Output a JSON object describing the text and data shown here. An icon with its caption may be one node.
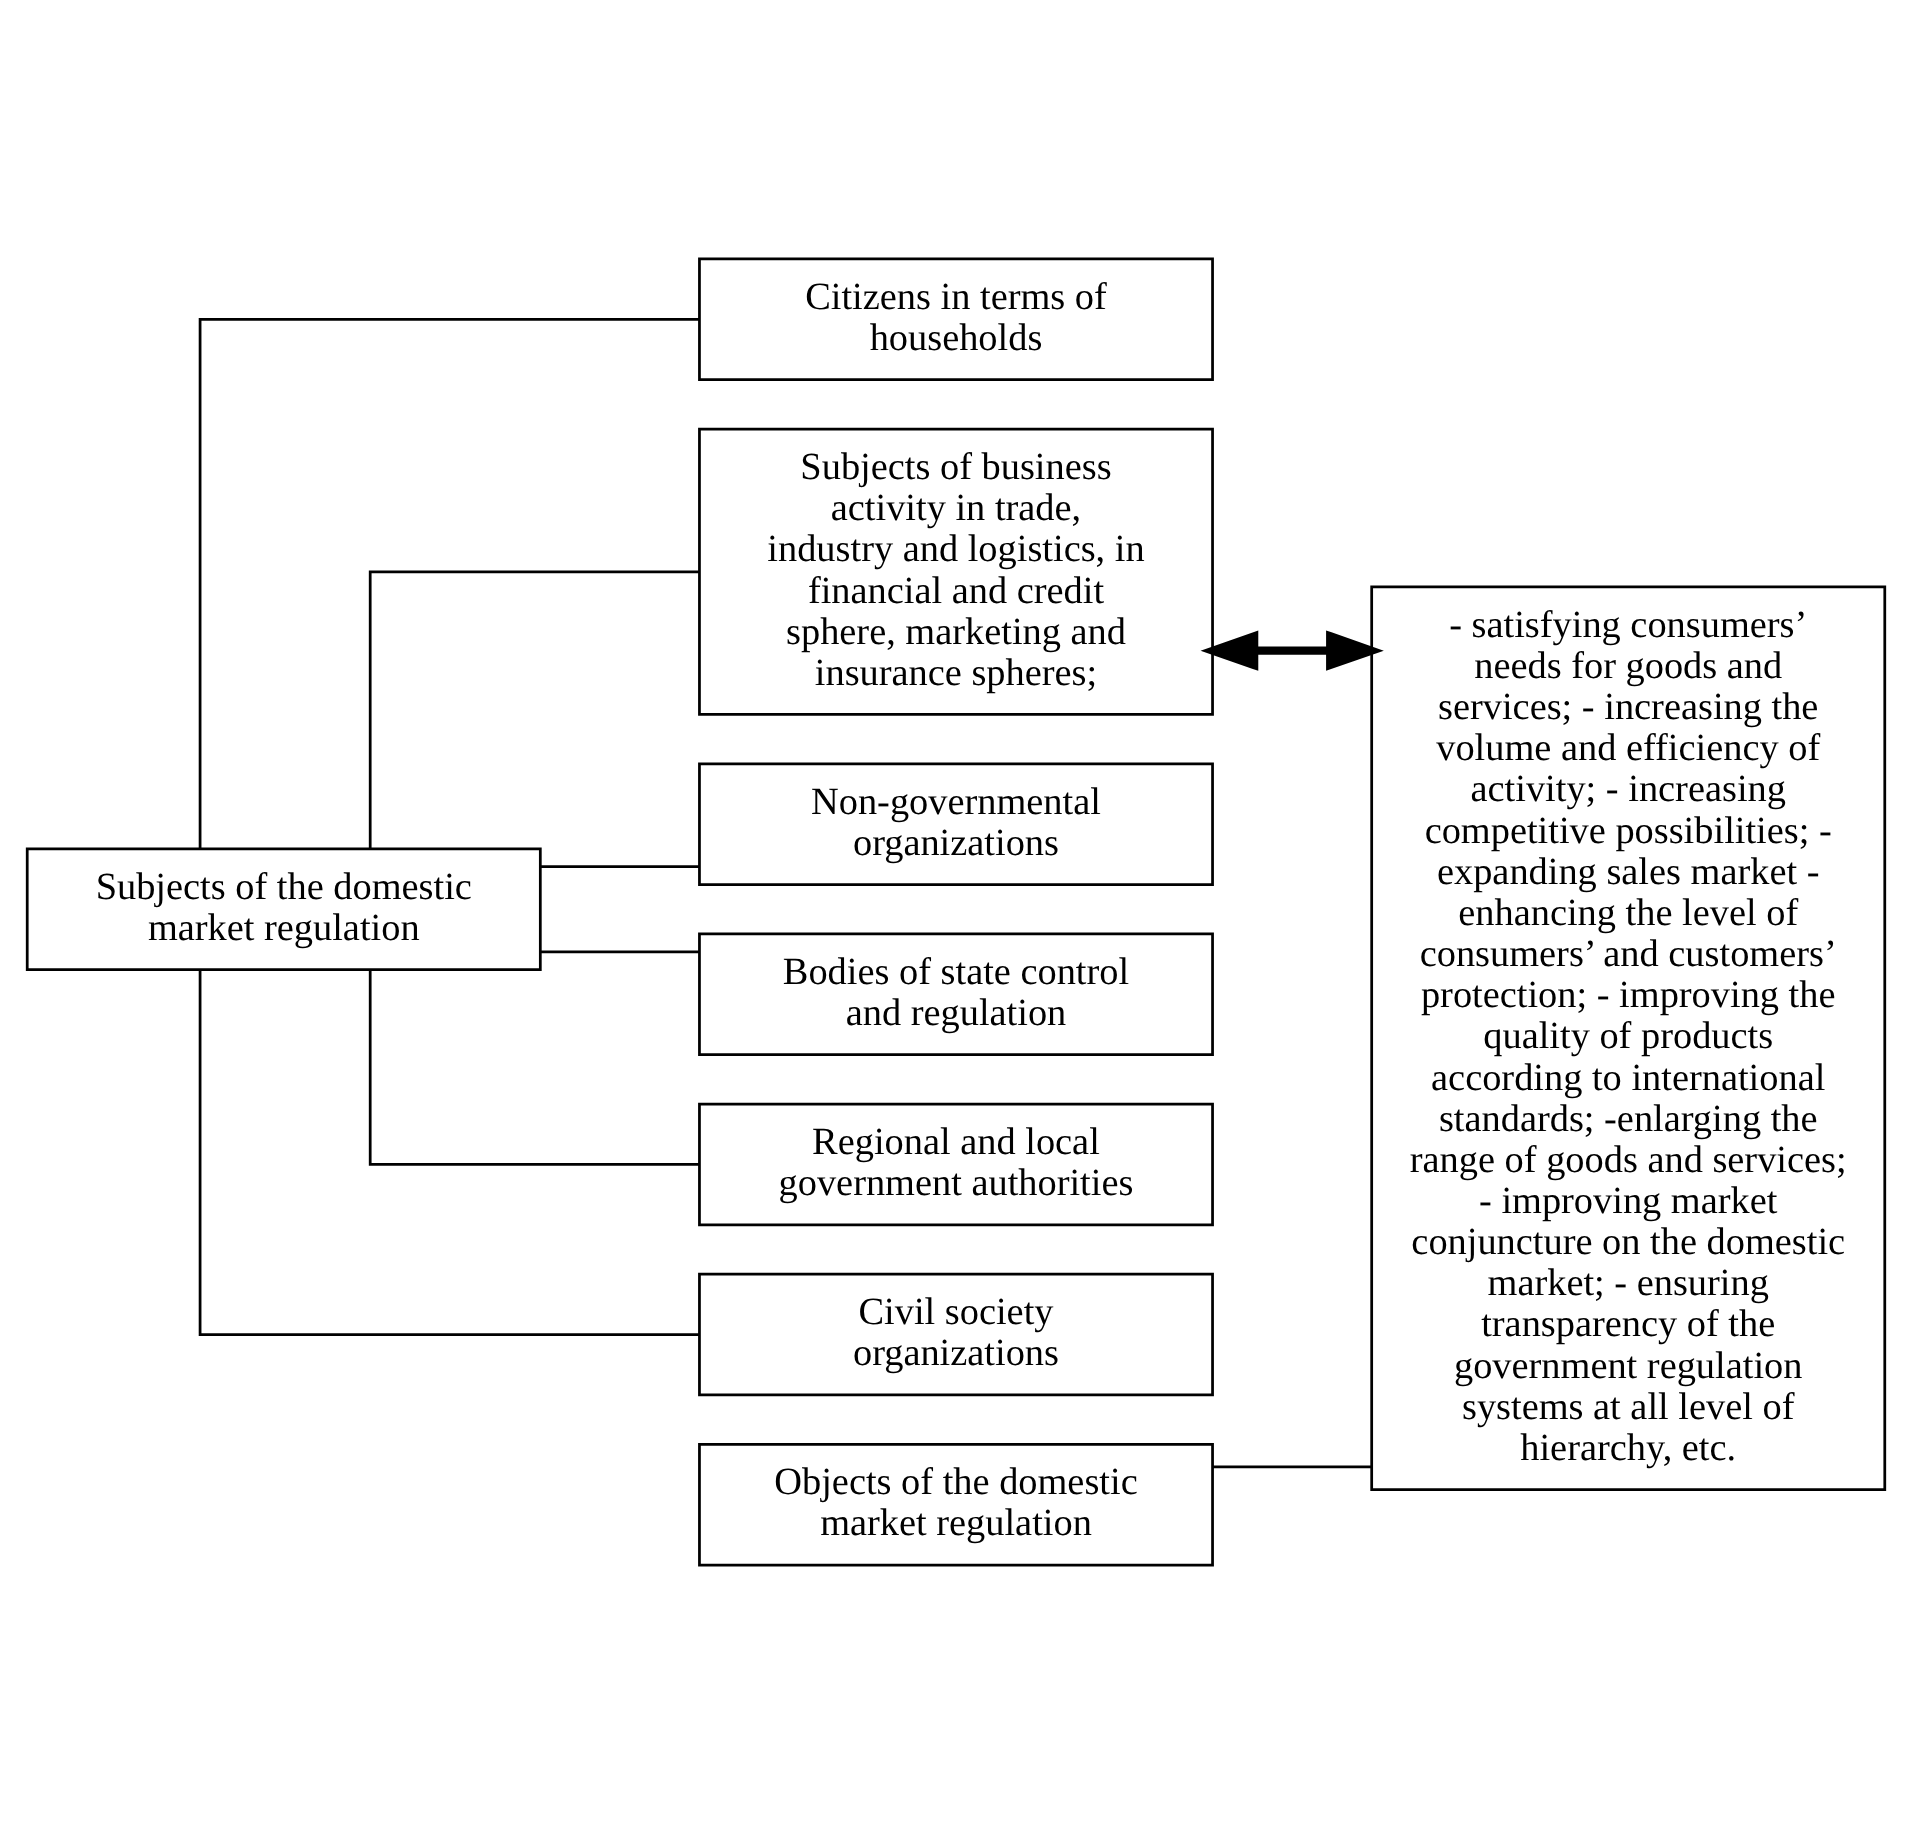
{
  "diagram": {
    "nodes": [
      {
        "text": [
          "Subjects of the domestic market regulation"
        ]
      },
      {
        "text": [
          "Citizens in terms of households"
        ]
      },
      {
        "text": [
          "Subjects of business activity in trade, industry and logistics, in financial and credit sphere, marketing and insurance spheres;"
        ]
      },
      {
        "text": [
          "Non-governmental organizations"
        ]
      },
      {
        "text": [
          "Bodies of state control and regulation"
        ]
      },
      {
        "text": [
          "Regional and local government authorities"
        ]
      },
      {
        "text": [
          "Civil society organizations"
        ]
      },
      {
        "text": [
          "Objects of the domestic market regulation"
        ]
      },
      {
        "text": [
          "- satisfying consumers’ needs for goods and services; - increasing the volume and efficiency of activity; - increasing competitive possibilities; - expanding sales market - enhancing the level of consumers’ and customers’ protection; - improving the quality of products according to international standards; -enlarging the range of goods and services; - improving market conjuncture on the domestic market; - ensuring transparency of the government regulation systems at all level of hierarchy, etc."
        ]
      }
    ],
    "edges": [
      {
        "from": 0,
        "to": 1,
        "arrow": "none"
      },
      {
        "from": 0,
        "to": 2,
        "arrow": "none"
      },
      {
        "from": 0,
        "to": 3,
        "arrow": "none"
      },
      {
        "from": 0,
        "to": 4,
        "arrow": "none"
      },
      {
        "from": 0,
        "to": 5,
        "arrow": "none"
      },
      {
        "from": 0,
        "to": 6,
        "arrow": "none"
      },
      {
        "from": 7,
        "to": 8,
        "arrow": "none"
      },
      {
        "from": 2,
        "to": 8,
        "arrow": "both",
        "style": "thick"
      }
    ]
  }
}
